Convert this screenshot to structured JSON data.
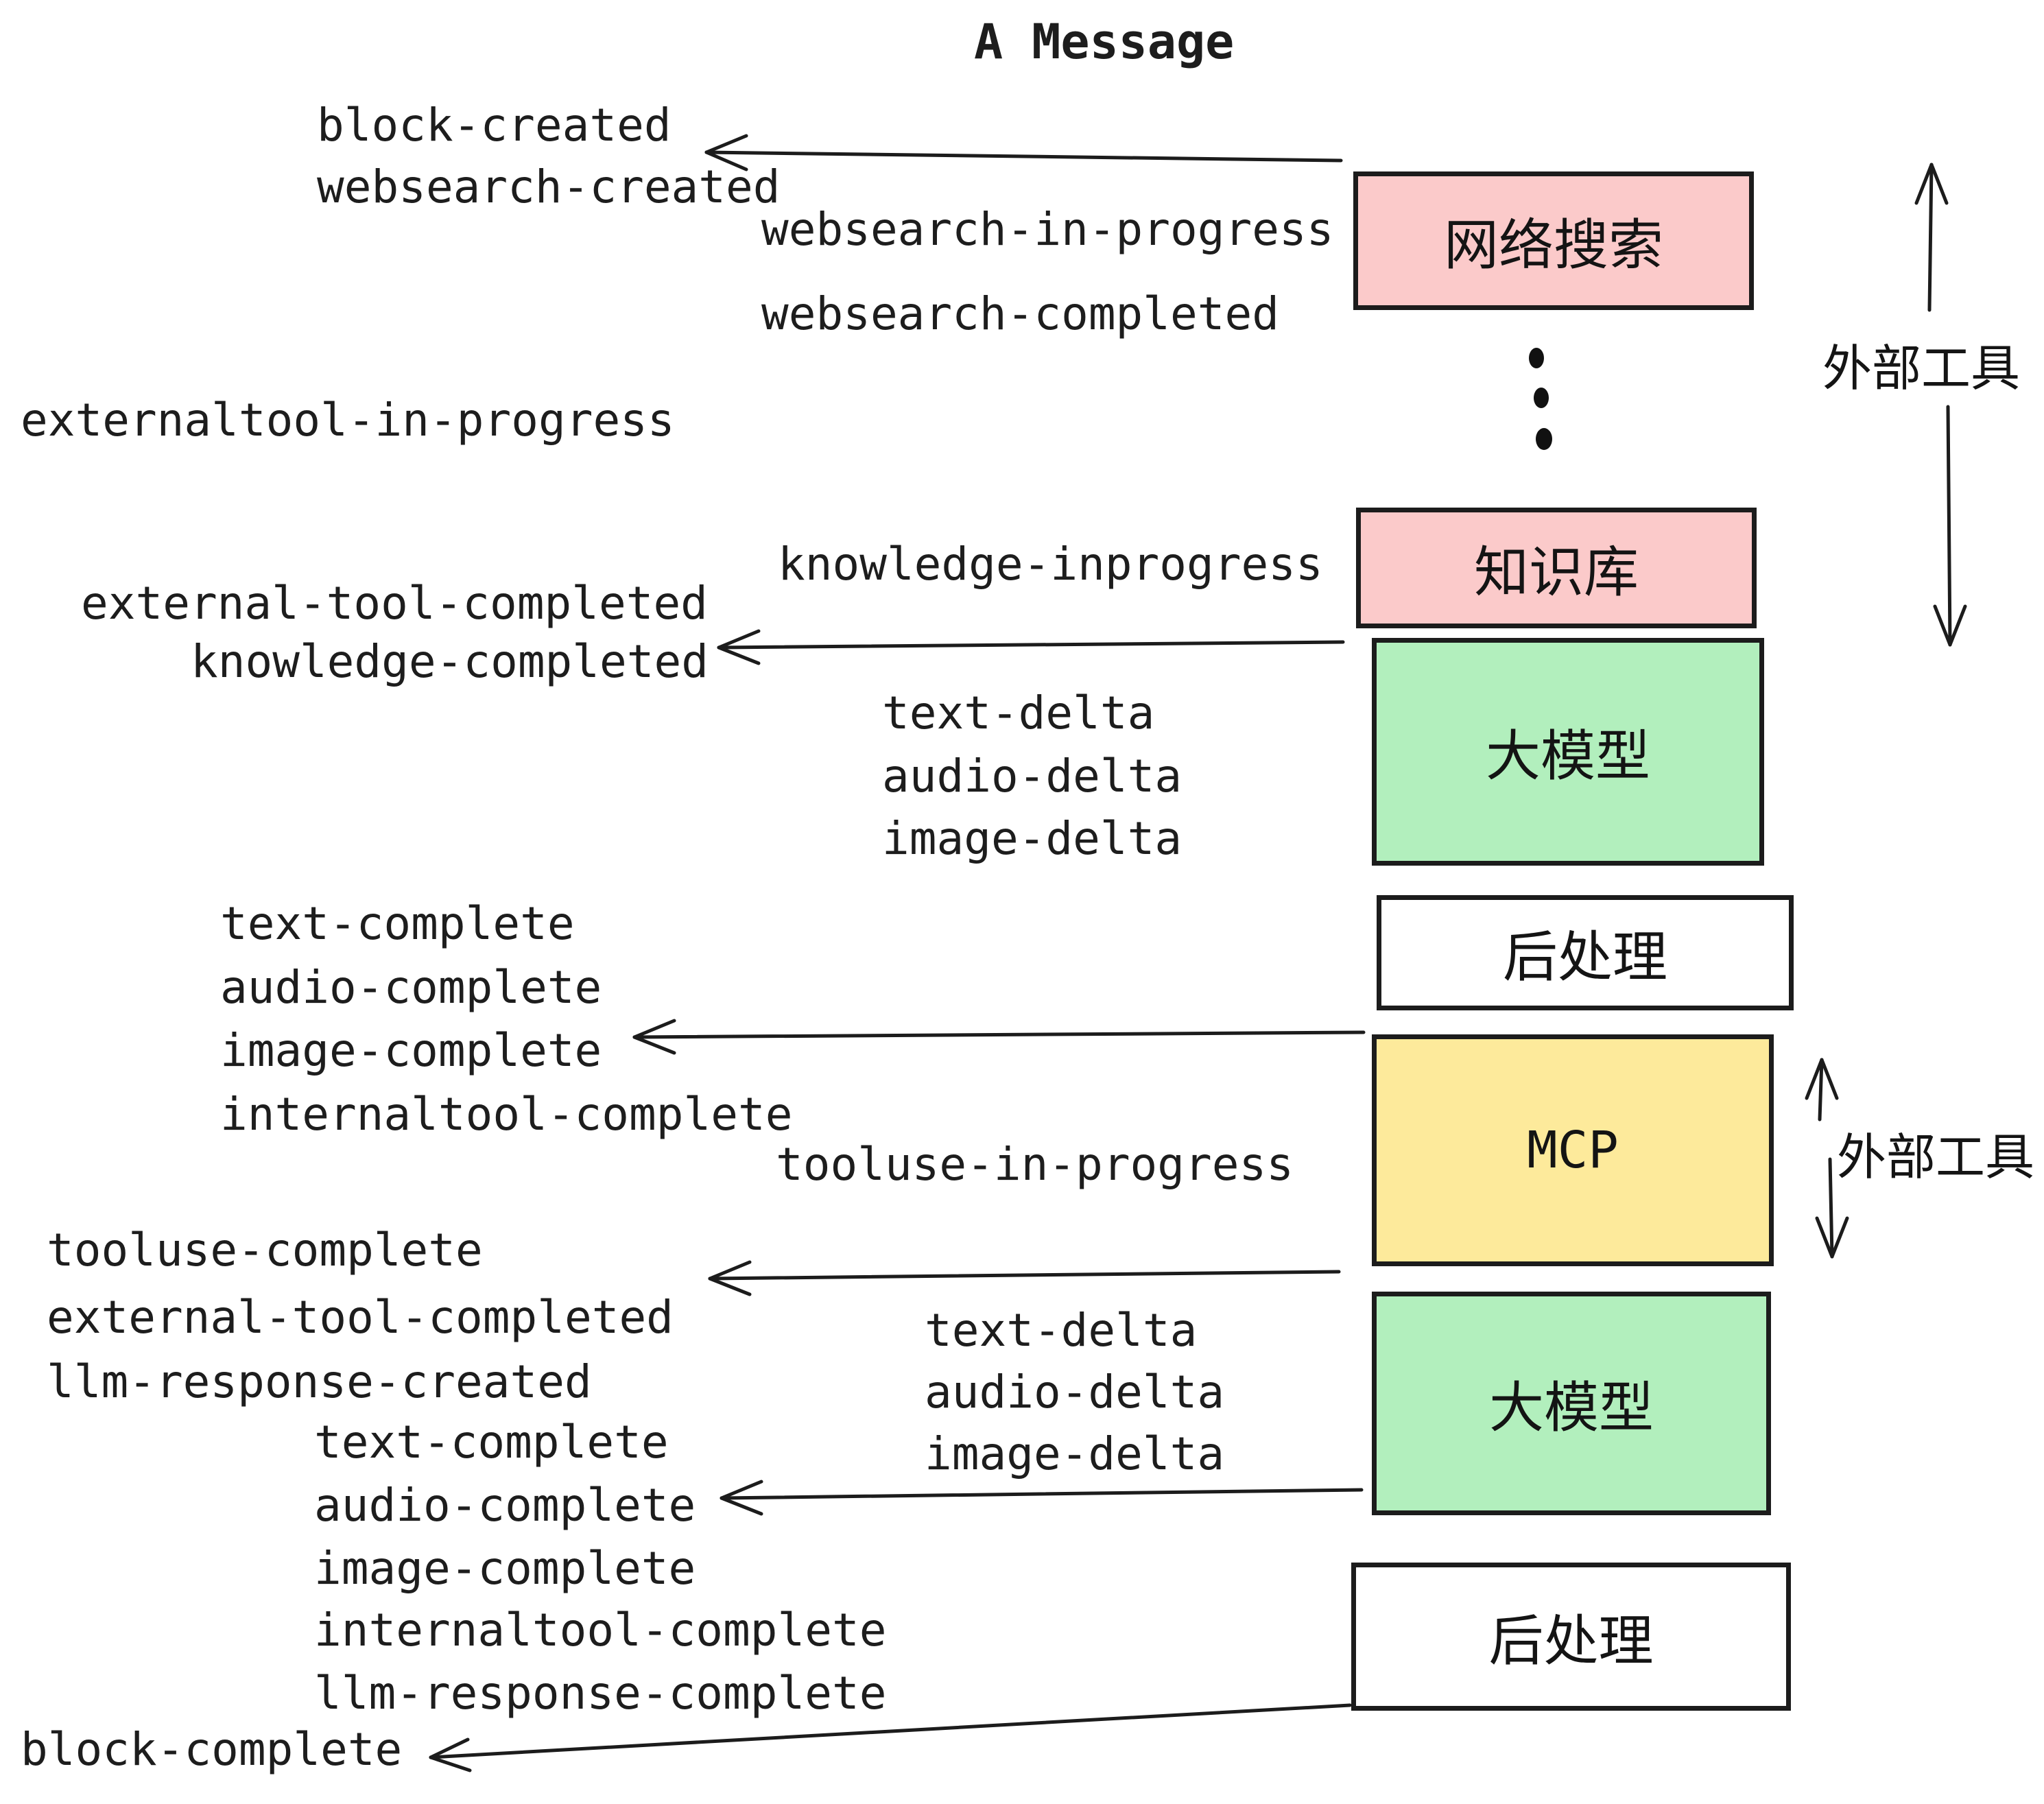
{
  "title": "A Message",
  "colors": {
    "box_pink": "#fbcaca",
    "box_green": "#b2efbd",
    "box_yellow": "#fdea9b",
    "box_white": "#ffffff",
    "stroke": "#1c1c1c"
  },
  "boxes": {
    "websearch": {
      "label": "网络搜索"
    },
    "knowledge": {
      "label": "知识库"
    },
    "llm1": {
      "label": "大模型"
    },
    "post1": {
      "label": "后处理"
    },
    "mcp": {
      "label": "MCP"
    },
    "llm2": {
      "label": "大模型"
    },
    "post2": {
      "label": "后处理"
    }
  },
  "side_labels": {
    "external_tools_top": "外部工具",
    "external_tools_mid": "外部工具"
  },
  "events": {
    "block_created": "block-created",
    "websearch_created": "websearch-created",
    "websearch_in_progress": "websearch-in-progress",
    "websearch_completed": "websearch-completed",
    "externaltool_in_progress": "externaltool-in-progress",
    "knowledge_inprogress": "knowledge-inprogress",
    "external_tool_completed_1": "external-tool-completed",
    "knowledge_completed": "knowledge-completed",
    "text_delta_1": "text-delta",
    "audio_delta_1": "audio-delta",
    "image_delta_1": "image-delta",
    "text_complete_1": "text-complete",
    "audio_complete_1": "audio-complete",
    "image_complete_1": "image-complete",
    "internaltool_complete_1": "internaltool-complete",
    "tooluse_in_progress": "tooluse-in-progress",
    "tooluse_complete": "tooluse-complete",
    "external_tool_completed_2": "external-tool-completed",
    "llm_response_created": "llm-response-created",
    "text_complete_2": "text-complete",
    "audio_complete_2": "audio-complete",
    "image_complete_2": "image-complete",
    "internaltool_complete_2": "internaltool-complete",
    "llm_response_complete": "llm-response-complete",
    "text_delta_2": "text-delta",
    "audio_delta_2": "audio-delta",
    "image_delta_2": "image-delta",
    "block_complete": "block-complete"
  }
}
